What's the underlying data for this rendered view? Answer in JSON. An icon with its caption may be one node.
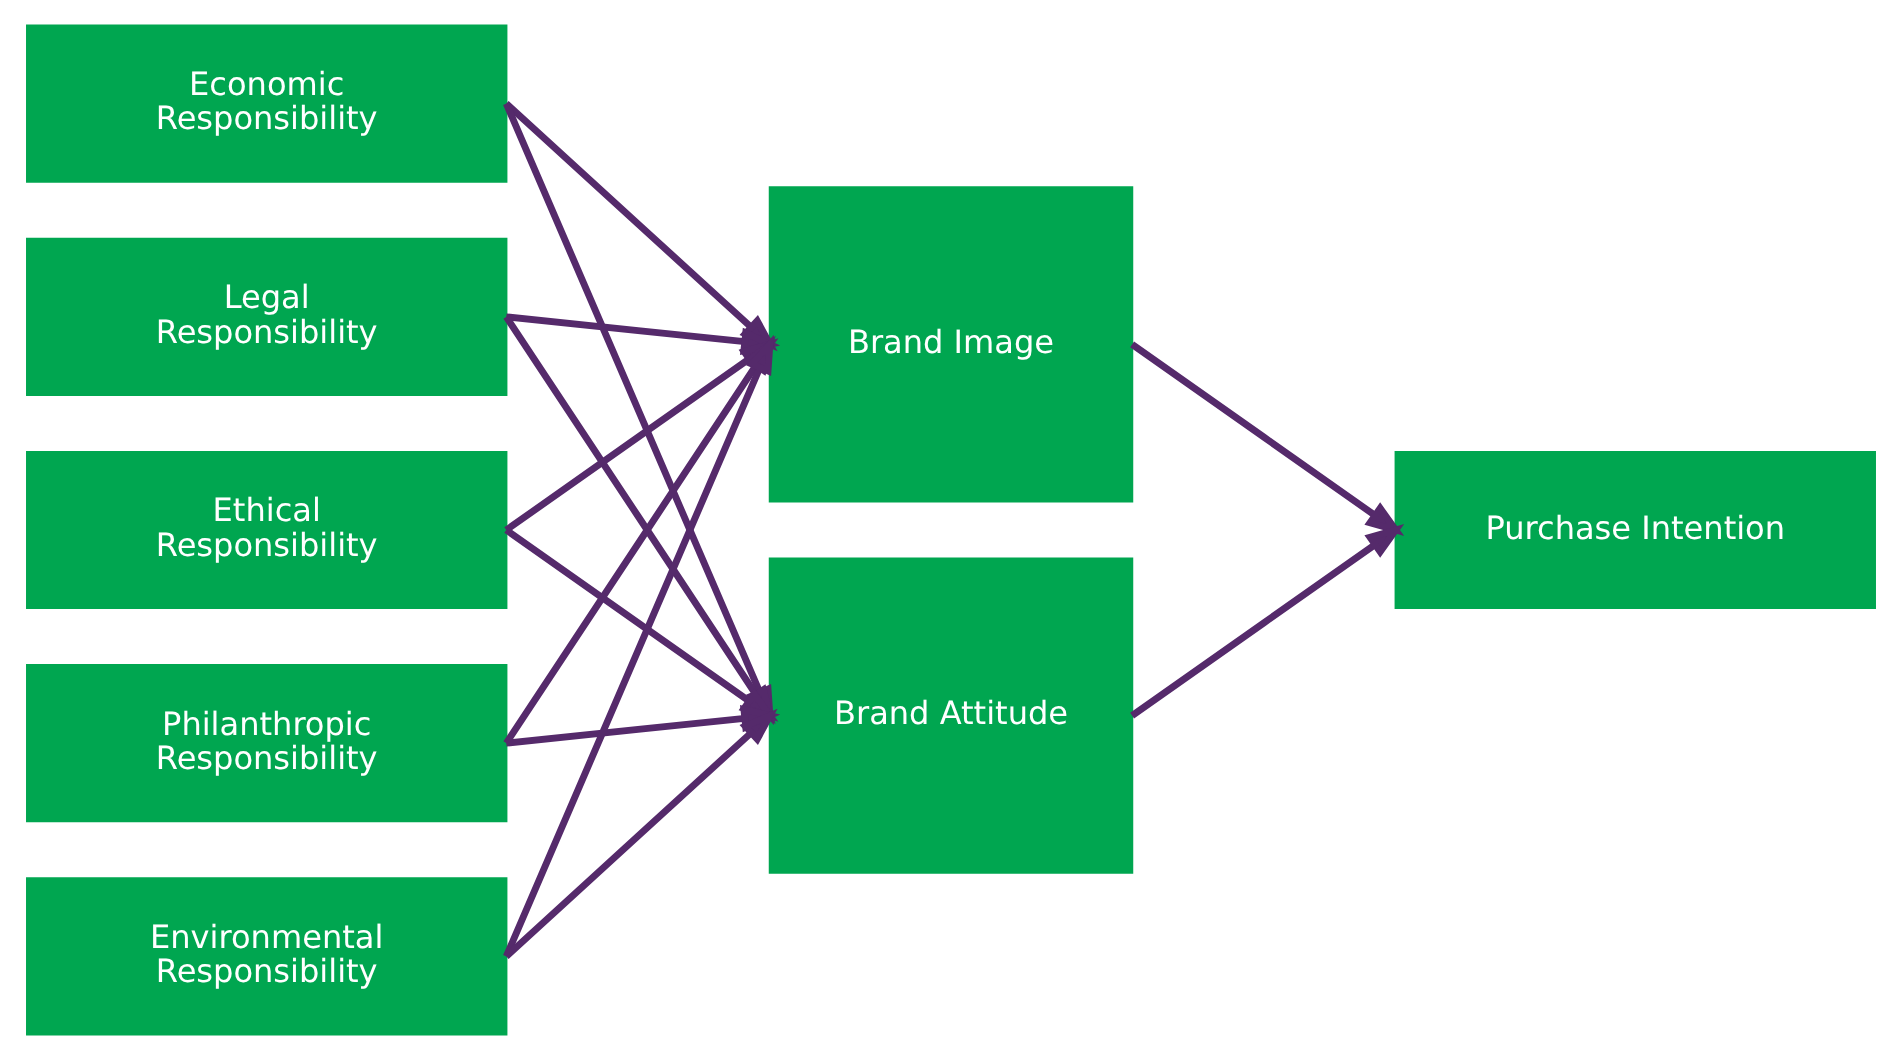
{
  "diagram": {
    "nodes": [
      {
        "text": [
          "Economic Responsibility"
        ]
      },
      {
        "text": [
          "Legal Responsibility"
        ]
      },
      {
        "text": [
          "Ethical Responsibility"
        ]
      },
      {
        "text": [
          "Philanthropic Responsibility"
        ]
      },
      {
        "text": [
          "Environmental Responsibility"
        ]
      },
      {
        "text": [
          "Brand Image"
        ]
      },
      {
        "text": [
          "Brand Attitude"
        ]
      },
      {
        "text": [
          "Purchase Intention"
        ]
      }
    ],
    "edges": [
      {
        "from": 0,
        "to": 5,
        "arrow": "to"
      },
      {
        "from": 0,
        "to": 6,
        "arrow": "to"
      },
      {
        "from": 1,
        "to": 5,
        "arrow": "to"
      },
      {
        "from": 1,
        "to": 6,
        "arrow": "to"
      },
      {
        "from": 2,
        "to": 5,
        "arrow": "to"
      },
      {
        "from": 2,
        "to": 6,
        "arrow": "to"
      },
      {
        "from": 3,
        "to": 5,
        "arrow": "to"
      },
      {
        "from": 3,
        "to": 6,
        "arrow": "to"
      },
      {
        "from": 4,
        "to": 5,
        "arrow": "to"
      },
      {
        "from": 4,
        "to": 6,
        "arrow": "to"
      },
      {
        "from": 5,
        "to": 7,
        "arrow": "to"
      },
      {
        "from": 6,
        "to": 7,
        "arrow": "to"
      }
    ]
  }
}
